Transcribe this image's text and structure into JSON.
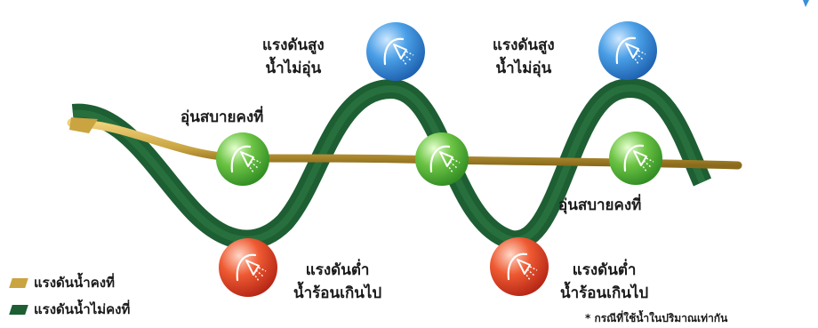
{
  "colors": {
    "hot_water_line": "#c9a441",
    "cold_water_wave": "#1d5e33",
    "high_pressure_ball": "#3a8fd9",
    "comfortable_ball": "#5fba3c",
    "low_pressure_ball": "#e24a2b"
  },
  "labels": {
    "high_pressure_1": [
      "แรงดันสูง",
      "น้ำไม่อุ่น"
    ],
    "high_pressure_2": [
      "แรงดันสูง",
      "น้ำไม่อุ่น"
    ],
    "comfortable_1": "อุ่นสบายคงที่",
    "comfortable_2": "อุ่นสบายคงที่",
    "low_pressure_1": [
      "แรงดันต่ำ",
      "น้ำร้อนเกินไป"
    ],
    "low_pressure_2": [
      "แรงดันต่ำ",
      "น้ำร้อนเกินไป"
    ]
  },
  "legend": [
    {
      "label": "แรงดันน้ำคงที่",
      "color": "#c9a441"
    },
    {
      "label": "แรงดันน้ำไม่คงที่",
      "color": "#1d5e33"
    }
  ],
  "footnote": "* กรณีที่ใช้น้ำในปริมาณเท่ากัน",
  "icons": {
    "ball": "shower-head-icon"
  }
}
